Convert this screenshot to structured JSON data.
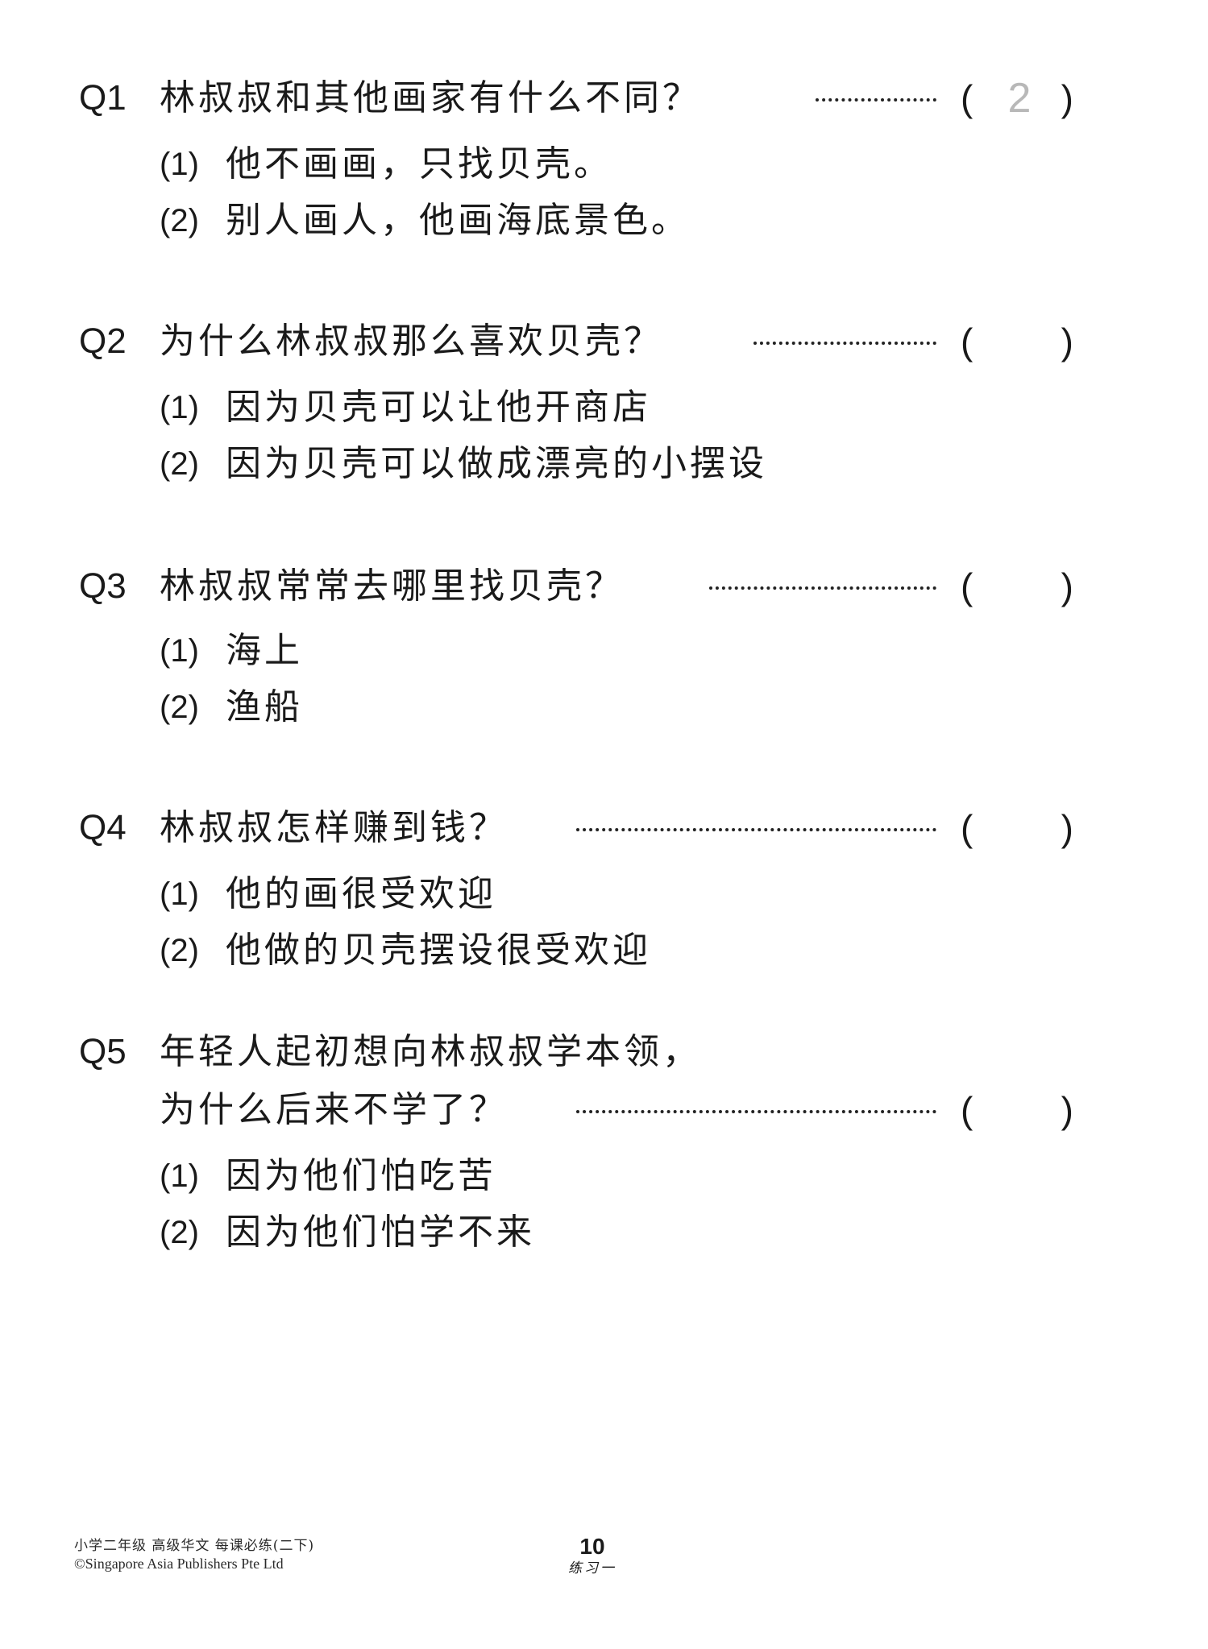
{
  "questions": [
    {
      "label": "Q1",
      "text_lines": [
        "林叔叔和其他画家有什么不同？"
      ],
      "answer": "2",
      "options": [
        {
          "num": "(1)",
          "text": "他不画画，只找贝壳。"
        },
        {
          "num": "(2)",
          "text": "别人画人，他画海底景色。"
        }
      ]
    },
    {
      "label": "Q2",
      "text_lines": [
        "为什么林叔叔那么喜欢贝壳？"
      ],
      "answer": "",
      "options": [
        {
          "num": "(1)",
          "text": "因为贝壳可以让他开商店"
        },
        {
          "num": "(2)",
          "text": "因为贝壳可以做成漂亮的小摆设"
        }
      ]
    },
    {
      "label": "Q3",
      "text_lines": [
        "林叔叔常常去哪里找贝壳？"
      ],
      "answer": "",
      "options": [
        {
          "num": "(1)",
          "text": "海上"
        },
        {
          "num": "(2)",
          "text": "渔船"
        }
      ]
    },
    {
      "label": "Q4",
      "text_lines": [
        "林叔叔怎样赚到钱？"
      ],
      "answer": "",
      "options": [
        {
          "num": "(1)",
          "text": "他的画很受欢迎"
        },
        {
          "num": "(2)",
          "text": "他做的贝壳摆设很受欢迎"
        }
      ]
    },
    {
      "label": "Q5",
      "text_lines": [
        "年轻人起初想向林叔叔学本领，",
        "为什么后来不学了？"
      ],
      "answer": "",
      "options": [
        {
          "num": "(1)",
          "text": "因为他们怕吃苦"
        },
        {
          "num": "(2)",
          "text": "因为他们怕学不来"
        }
      ]
    }
  ],
  "answer_bracket": {
    "open": "(",
    "close": ")"
  },
  "footer": {
    "series_title": "小学二年级 高级华文 每课必练(二下)",
    "copyright": "©Singapore Asia Publishers Pte Ltd",
    "page_number": "10",
    "exercise_label": "练习一"
  },
  "colors": {
    "text": "#1a1a1a",
    "answer_filled": "#b8b8b8",
    "background": "#ffffff"
  }
}
